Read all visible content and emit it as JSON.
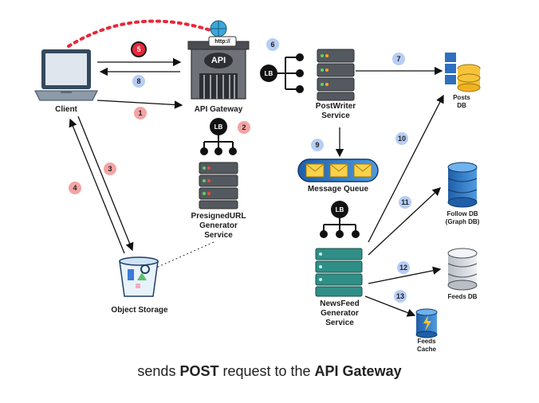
{
  "nodes": {
    "client": "Client",
    "api_gateway": "API Gateway",
    "api_sign": "API",
    "http_tag": "http://",
    "postwriter": "PostWriter\nService",
    "posts_db": "Posts\nDB",
    "message_queue": "Message Queue",
    "presigned": "PresignedURL\nGenerator\nService",
    "object_storage": "Object Storage",
    "newsfeed": "NewsFeed\nGenerator\nService",
    "follow_db": "Follow DB\n(Graph DB)",
    "feeds_db": "Feeds DB",
    "feeds_cache": "Feeds\nCache"
  },
  "load_balancer_label": "LB",
  "steps": [
    "1",
    "2",
    "3",
    "4",
    "5",
    "6",
    "7",
    "8",
    "9",
    "10",
    "11",
    "12",
    "13"
  ],
  "active_step": "5",
  "colors": {
    "request_steps": "#f4a3a3",
    "response_steps": "#b7cdf5",
    "active_step": "#e8283a",
    "highlight_path": "#e8283a"
  },
  "caption": {
    "pre": "sends ",
    "bold1": "POST",
    "mid": " request to the ",
    "bold2": "API Gateway"
  }
}
